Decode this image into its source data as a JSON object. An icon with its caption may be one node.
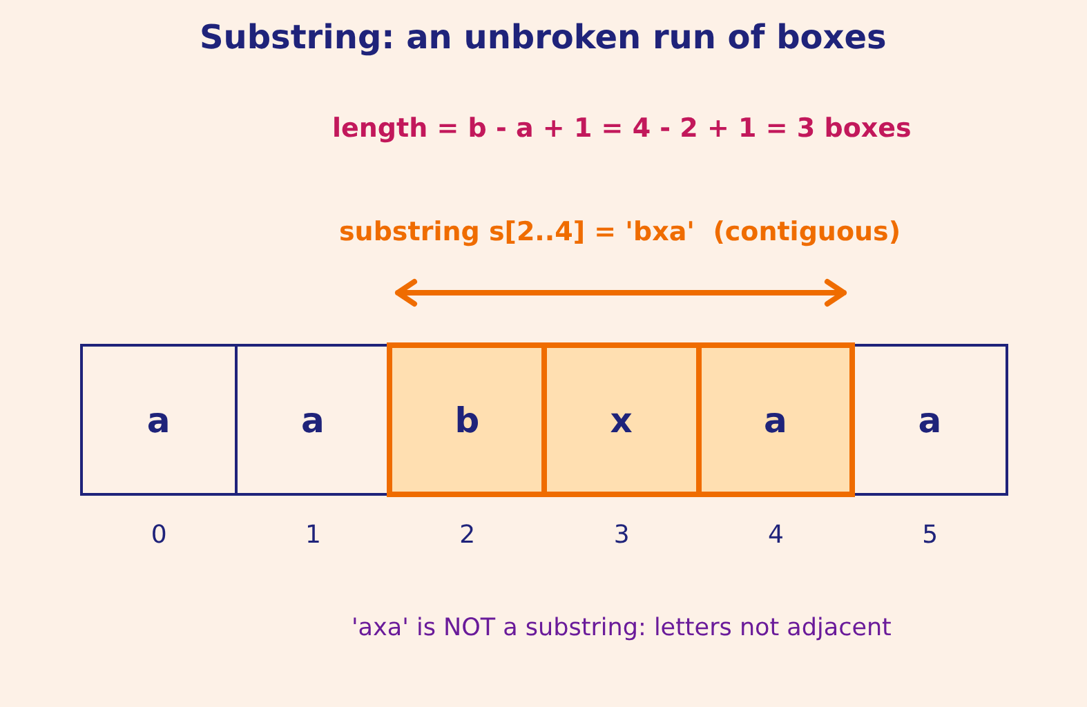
{
  "diagram": {
    "title": "Substring: an unbroken run of boxes",
    "nodes": [
      {
        "text": [
          "a"
        ],
        "beside": [
          "0"
        ]
      },
      {
        "text": [
          "a"
        ],
        "beside": [
          "1"
        ]
      },
      {
        "text": [
          "b"
        ],
        "beside": [
          "2"
        ]
      },
      {
        "text": [
          "x"
        ],
        "beside": [
          "3"
        ]
      },
      {
        "text": [
          "a"
        ],
        "beside": [
          "4"
        ]
      },
      {
        "text": [
          "a"
        ],
        "beside": [
          "5"
        ]
      }
    ],
    "labels": [
      "length = b - a + 1 = 4 - 2 + 1 = 3 boxes",
      "substring s[2..4] = 'bxa'  (contiguous)",
      "'axa' is NOT a substring: letters not adjacent"
    ]
  }
}
